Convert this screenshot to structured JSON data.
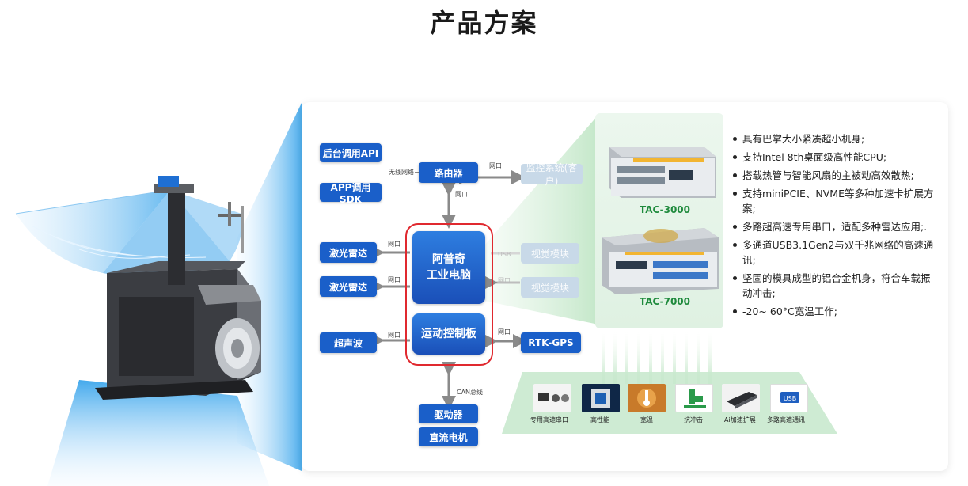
{
  "page_title": "产品方案",
  "diagram": {
    "api_backend": "后台调用API",
    "app_sdk": "APP调用SDK",
    "wireless_label": "无线网络",
    "router": "路由器",
    "router_to_monitor_label": "网口",
    "monitor": "监控系统(客户)",
    "router_to_pc_label": "网口",
    "lidar_1": "激光雷达",
    "lidar_1_label": "网口",
    "lidar_2": "激光雷达",
    "lidar_2_label": "网口",
    "ultrasonic": "超声波",
    "ultrasonic_label": "网口",
    "ipc_line1": "阿普奇",
    "ipc_line2": "工业电脑",
    "motion_board": "运动控制板",
    "usb_label": "USB",
    "vision_1": "视觉模块",
    "vision_2": "视觉模块",
    "vision_2_label": "网口",
    "rtk_label": "网口",
    "rtk": "RTK-GPS",
    "can_label": "CAN总线",
    "driver": "驱动器",
    "dc_motor": "直流电机"
  },
  "products": [
    {
      "name": "TAC-3000"
    },
    {
      "name": "TAC-7000"
    }
  ],
  "features": [
    "具有巴掌大小紧凑超小机身;",
    "支持Intel 8th桌面级高性能CPU;",
    "搭载热管与智能风扇的主被动高效散热;",
    "支持miniPCIE、NVME等多种加速卡扩展方案;",
    "多路超高速专用串口，适配多种雷达应用;.",
    "多通道USB3.1Gen2与双千兆网络的高速通讯;",
    "坚固的模具成型的铝合金机身，符合车载振动冲击;",
    "-20~ 60°C宽温工作;"
  ],
  "icons": [
    {
      "caption": "专用高速串口",
      "icon": "serial-port-icon"
    },
    {
      "caption": "高性能",
      "icon": "cpu-icon"
    },
    {
      "caption": "宽温",
      "icon": "thermometer-icon"
    },
    {
      "caption": "抗冲击",
      "icon": "shock-resistant-icon"
    },
    {
      "caption": "Ai加速扩展",
      "icon": "ai-accelerator-icon"
    },
    {
      "caption": "多路高速通讯",
      "icon": "usb-icon"
    }
  ],
  "colors": {
    "node_blue": "#1a5fc9",
    "highlight_red": "#e0292f",
    "product_green": "#1e8a3c",
    "beam_blue": "#2fa0ea"
  }
}
